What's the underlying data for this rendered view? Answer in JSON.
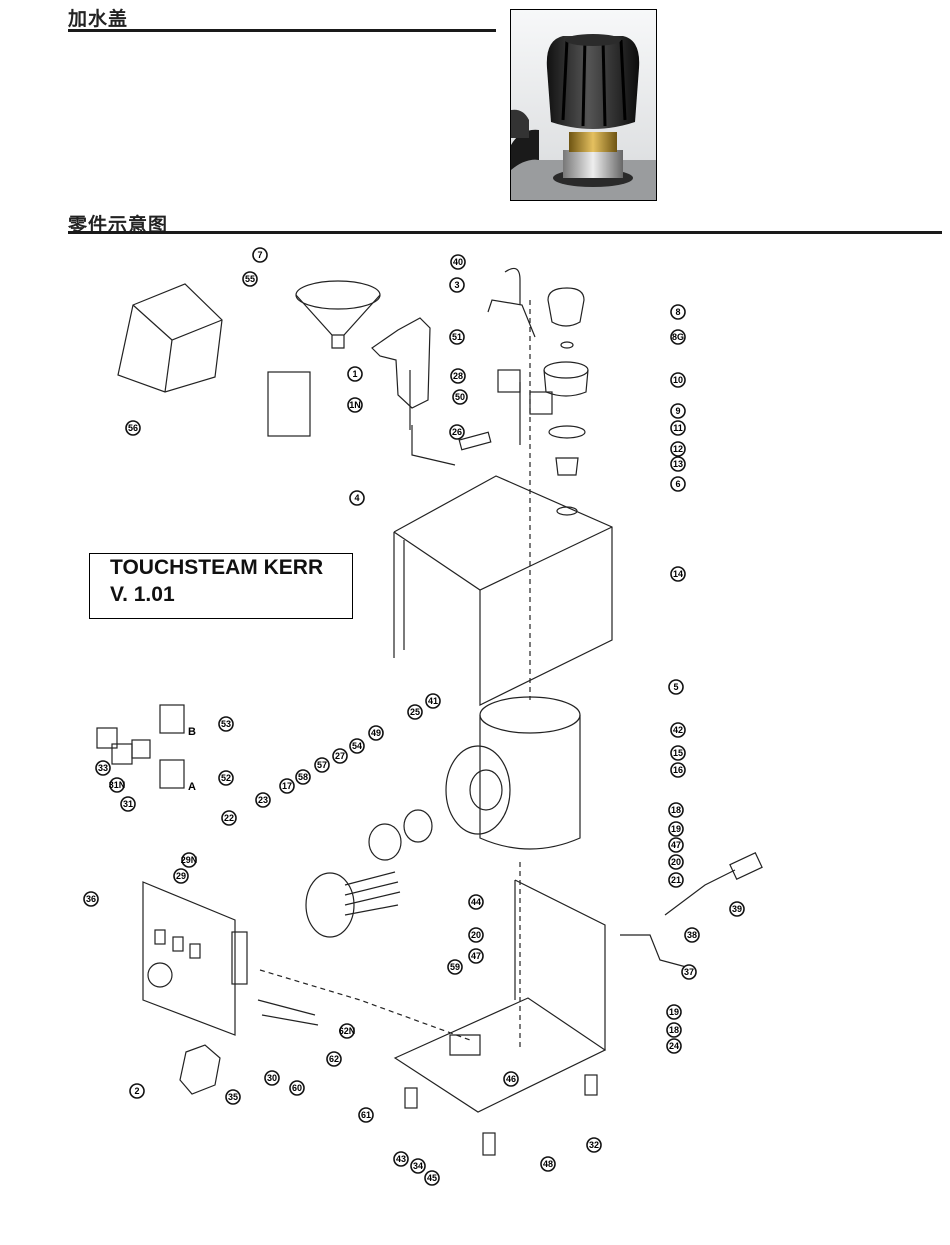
{
  "sections": {
    "cap_title": "加水盖",
    "parts_title": "零件示意图"
  },
  "model": {
    "line1": "TOUCHSTEAM KERR",
    "line2": "V. 1.01"
  },
  "photo": {
    "subject": "fill-cap-knob"
  },
  "callouts": [
    {
      "id": "c7",
      "label": "7"
    },
    {
      "id": "c55",
      "label": "55"
    },
    {
      "id": "c56",
      "label": "56"
    },
    {
      "id": "c1",
      "label": "1"
    },
    {
      "id": "c1N",
      "label": "1N"
    },
    {
      "id": "c40",
      "label": "40"
    },
    {
      "id": "c3",
      "label": "3"
    },
    {
      "id": "c51",
      "label": "51"
    },
    {
      "id": "c28",
      "label": "28"
    },
    {
      "id": "c50",
      "label": "50"
    },
    {
      "id": "c26",
      "label": "26"
    },
    {
      "id": "c4",
      "label": "4"
    },
    {
      "id": "c8",
      "label": "8"
    },
    {
      "id": "c8G",
      "label": "8G"
    },
    {
      "id": "c10",
      "label": "10"
    },
    {
      "id": "c9",
      "label": "9"
    },
    {
      "id": "c11",
      "label": "11"
    },
    {
      "id": "c12",
      "label": "12"
    },
    {
      "id": "c13",
      "label": "13"
    },
    {
      "id": "c6",
      "label": "6"
    },
    {
      "id": "c14",
      "label": "14"
    },
    {
      "id": "c5",
      "label": "5"
    },
    {
      "id": "c53",
      "label": "53"
    },
    {
      "id": "c52",
      "label": "52"
    },
    {
      "id": "c33",
      "label": "33"
    },
    {
      "id": "c31N",
      "label": "31N"
    },
    {
      "id": "c31",
      "label": "31"
    },
    {
      "id": "c41",
      "label": "41"
    },
    {
      "id": "c25",
      "label": "25"
    },
    {
      "id": "c49",
      "label": "49"
    },
    {
      "id": "c54",
      "label": "54"
    },
    {
      "id": "c27",
      "label": "27"
    },
    {
      "id": "c57",
      "label": "57"
    },
    {
      "id": "c58",
      "label": "58"
    },
    {
      "id": "c17",
      "label": "17"
    },
    {
      "id": "c23",
      "label": "23"
    },
    {
      "id": "c22",
      "label": "22"
    },
    {
      "id": "c42",
      "label": "42"
    },
    {
      "id": "c15",
      "label": "15"
    },
    {
      "id": "c16",
      "label": "16"
    },
    {
      "id": "c18a",
      "label": "18"
    },
    {
      "id": "c19a",
      "label": "19"
    },
    {
      "id": "c47a",
      "label": "47"
    },
    {
      "id": "c20a",
      "label": "20"
    },
    {
      "id": "c21",
      "label": "21"
    },
    {
      "id": "c44",
      "label": "44"
    },
    {
      "id": "c29N",
      "label": "29N"
    },
    {
      "id": "c29",
      "label": "29"
    },
    {
      "id": "c36",
      "label": "36"
    },
    {
      "id": "c39",
      "label": "39"
    },
    {
      "id": "c38",
      "label": "38"
    },
    {
      "id": "c37",
      "label": "37"
    },
    {
      "id": "c20b",
      "label": "20"
    },
    {
      "id": "c47b",
      "label": "47"
    },
    {
      "id": "c59",
      "label": "59"
    },
    {
      "id": "c19b",
      "label": "19"
    },
    {
      "id": "c18b",
      "label": "18"
    },
    {
      "id": "c24",
      "label": "24"
    },
    {
      "id": "c46",
      "label": "46"
    },
    {
      "id": "c62N",
      "label": "62N"
    },
    {
      "id": "c62",
      "label": "62"
    },
    {
      "id": "c60",
      "label": "60"
    },
    {
      "id": "c30",
      "label": "30"
    },
    {
      "id": "c61",
      "label": "61"
    },
    {
      "id": "c2",
      "label": "2"
    },
    {
      "id": "c35",
      "label": "35"
    },
    {
      "id": "c43",
      "label": "43"
    },
    {
      "id": "c34",
      "label": "34"
    },
    {
      "id": "c45",
      "label": "45"
    },
    {
      "id": "c48",
      "label": "48"
    },
    {
      "id": "c32",
      "label": "32"
    }
  ],
  "side_labels": {
    "b": "B",
    "a": "A"
  }
}
